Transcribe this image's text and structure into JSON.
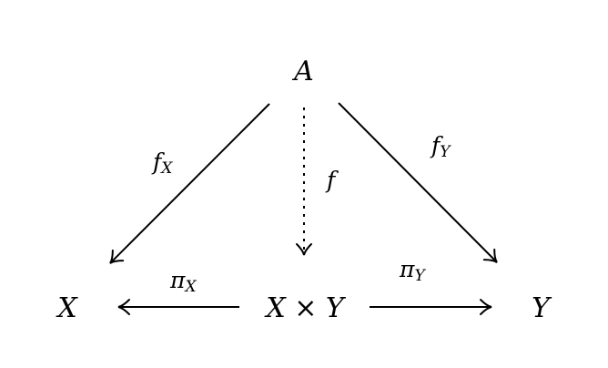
{
  "nodes": {
    "A": "A",
    "X": "X",
    "product": "X × Y",
    "Y": "Y"
  },
  "labels": {
    "fX": {
      "main": "f",
      "sub": "X"
    },
    "fY": {
      "main": "f",
      "sub": "Y"
    },
    "f": {
      "main": "f"
    },
    "piX": {
      "main": "π",
      "sub": "X"
    },
    "piY": {
      "main": "π",
      "sub": "Y"
    }
  },
  "edges": [
    {
      "from": "A",
      "to": "X",
      "label": "f_X",
      "style": "solid"
    },
    {
      "from": "A",
      "to": "Y",
      "label": "f_Y",
      "style": "solid"
    },
    {
      "from": "A",
      "to": "X × Y",
      "label": "f",
      "style": "dotted"
    },
    {
      "from": "X × Y",
      "to": "X",
      "label": "π_X",
      "style": "solid"
    },
    {
      "from": "X × Y",
      "to": "Y",
      "label": "π_Y",
      "style": "solid"
    }
  ]
}
